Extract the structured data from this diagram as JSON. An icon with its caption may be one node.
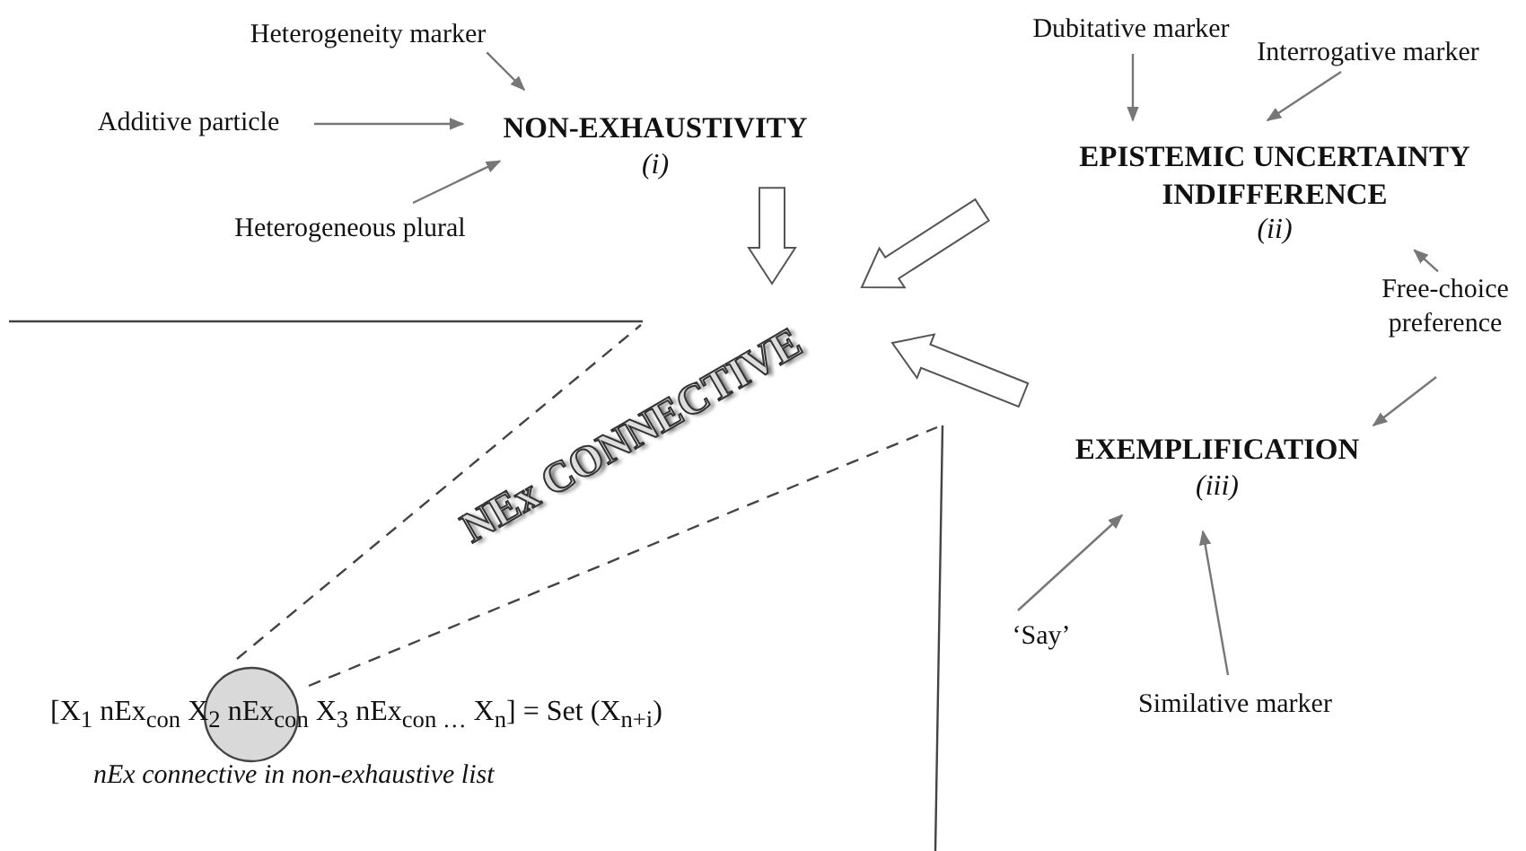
{
  "diagram": {
    "nodes": [
      {
        "text": [
          "NON-EXHAUSTIVITY",
          "(i)"
        ]
      },
      {
        "text": [
          "Heterogeneity marker"
        ]
      },
      {
        "text": [
          "Additive particle"
        ]
      },
      {
        "text": [
          "Heterogeneous plural"
        ]
      },
      {
        "text": [
          "EPISTEMIC UNCERTAINTY INDIFFERENCE",
          "(ii)"
        ]
      },
      {
        "text": [
          "Dubitative marker"
        ]
      },
      {
        "text": [
          "Interrogative marker"
        ]
      },
      {
        "text": [
          "Free-choice preference"
        ]
      },
      {
        "text": [
          "EXEMPLIFICATION",
          "(iii)"
        ]
      },
      {
        "text": [
          "‘Say’"
        ]
      },
      {
        "text": [
          "Similative marker"
        ]
      },
      {
        "text": [
          "NEx CONNECTIVE"
        ]
      }
    ],
    "edges": [
      {
        "from": 1,
        "to": 0,
        "arrow": "to"
      },
      {
        "from": 2,
        "to": 0,
        "arrow": "to"
      },
      {
        "from": 3,
        "to": 0,
        "arrow": "to"
      },
      {
        "from": 5,
        "to": 4,
        "arrow": "to"
      },
      {
        "from": 6,
        "to": 4,
        "arrow": "to"
      },
      {
        "from": 7,
        "to": 4,
        "arrow": "to"
      },
      {
        "from": 7,
        "to": 8,
        "arrow": "to"
      },
      {
        "from": 9,
        "to": 8,
        "arrow": "to"
      },
      {
        "from": 10,
        "to": 8,
        "arrow": "to"
      },
      {
        "from": 0,
        "to": 11,
        "arrow": "to",
        "style": "thick"
      },
      {
        "from": 4,
        "to": 11,
        "arrow": "to",
        "style": "thick"
      },
      {
        "from": 8,
        "to": 11,
        "arrow": "to",
        "style": "thick"
      }
    ],
    "labels": [
      "[X$_{1}$ nEx$_{con}$ X$_{2}$ nEx$_{con}$ X$_{3}$ nEx$_{con …}$ X$_{n}$] = Set (X$_{n+i}$)",
      "nEx connective in non-exhaustive list"
    ]
  }
}
